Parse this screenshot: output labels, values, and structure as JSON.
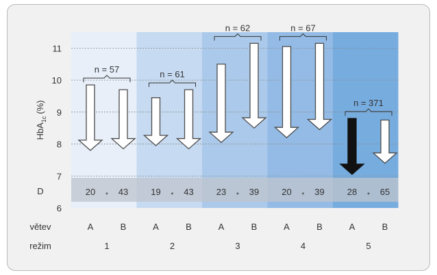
{
  "chart_data": {
    "type": "bar",
    "ylabel": "HbA1c (%)",
    "ylabel_main": "HbA",
    "ylabel_sub": "1c",
    "ylabel_unit": "(%)",
    "ylim": [
      6,
      11.5
    ],
    "yticks": [
      "6",
      "7",
      "8",
      "9",
      "10",
      "11"
    ],
    "grid": true,
    "row_labels": {
      "d": "D",
      "vetev": "větev",
      "rezim": "režim"
    },
    "groups": [
      {
        "rezim": "1",
        "n_label": "n = 57",
        "arms": [
          {
            "vetev": "A",
            "from": 9.85,
            "to": 7.8,
            "d": "20",
            "highlight": false
          },
          {
            "vetev": "B",
            "from": 9.7,
            "to": 7.85,
            "d": "43",
            "highlight": false
          }
        ]
      },
      {
        "rezim": "2",
        "n_label": "n = 61",
        "arms": [
          {
            "vetev": "A",
            "from": 9.45,
            "to": 7.95,
            "d": "19",
            "highlight": false
          },
          {
            "vetev": "B",
            "from": 9.7,
            "to": 7.85,
            "d": "43",
            "highlight": false
          }
        ]
      },
      {
        "rezim": "3",
        "n_label": "n = 62",
        "arms": [
          {
            "vetev": "A",
            "from": 10.5,
            "to": 8.05,
            "d": "23",
            "highlight": false
          },
          {
            "vetev": "B",
            "from": 11.15,
            "to": 8.5,
            "d": "39",
            "highlight": false
          }
        ]
      },
      {
        "rezim": "4",
        "n_label": "n = 67",
        "arms": [
          {
            "vetev": "A",
            "from": 11.05,
            "to": 8.2,
            "d": "20",
            "highlight": false
          },
          {
            "vetev": "B",
            "from": 11.15,
            "to": 8.45,
            "d": "39",
            "highlight": false
          }
        ]
      },
      {
        "rezim": "5",
        "n_label": "n = 371",
        "arms": [
          {
            "vetev": "A",
            "from": 8.8,
            "to": 7.05,
            "d": "28",
            "highlight": true
          },
          {
            "vetev": "B",
            "from": 8.75,
            "to": 7.4,
            "d": "65",
            "highlight": false
          }
        ]
      }
    ],
    "d_separator": "*",
    "colors": {
      "panels": [
        "#e8eff9",
        "#c6daf1",
        "#abcaeb",
        "#93bbe6",
        "#77acdf"
      ],
      "band": "#bfc4cc",
      "arrow_outline": "#4a4a4a",
      "arrow_fill": "#ffffff",
      "arrow_highlight": "#111111"
    }
  }
}
